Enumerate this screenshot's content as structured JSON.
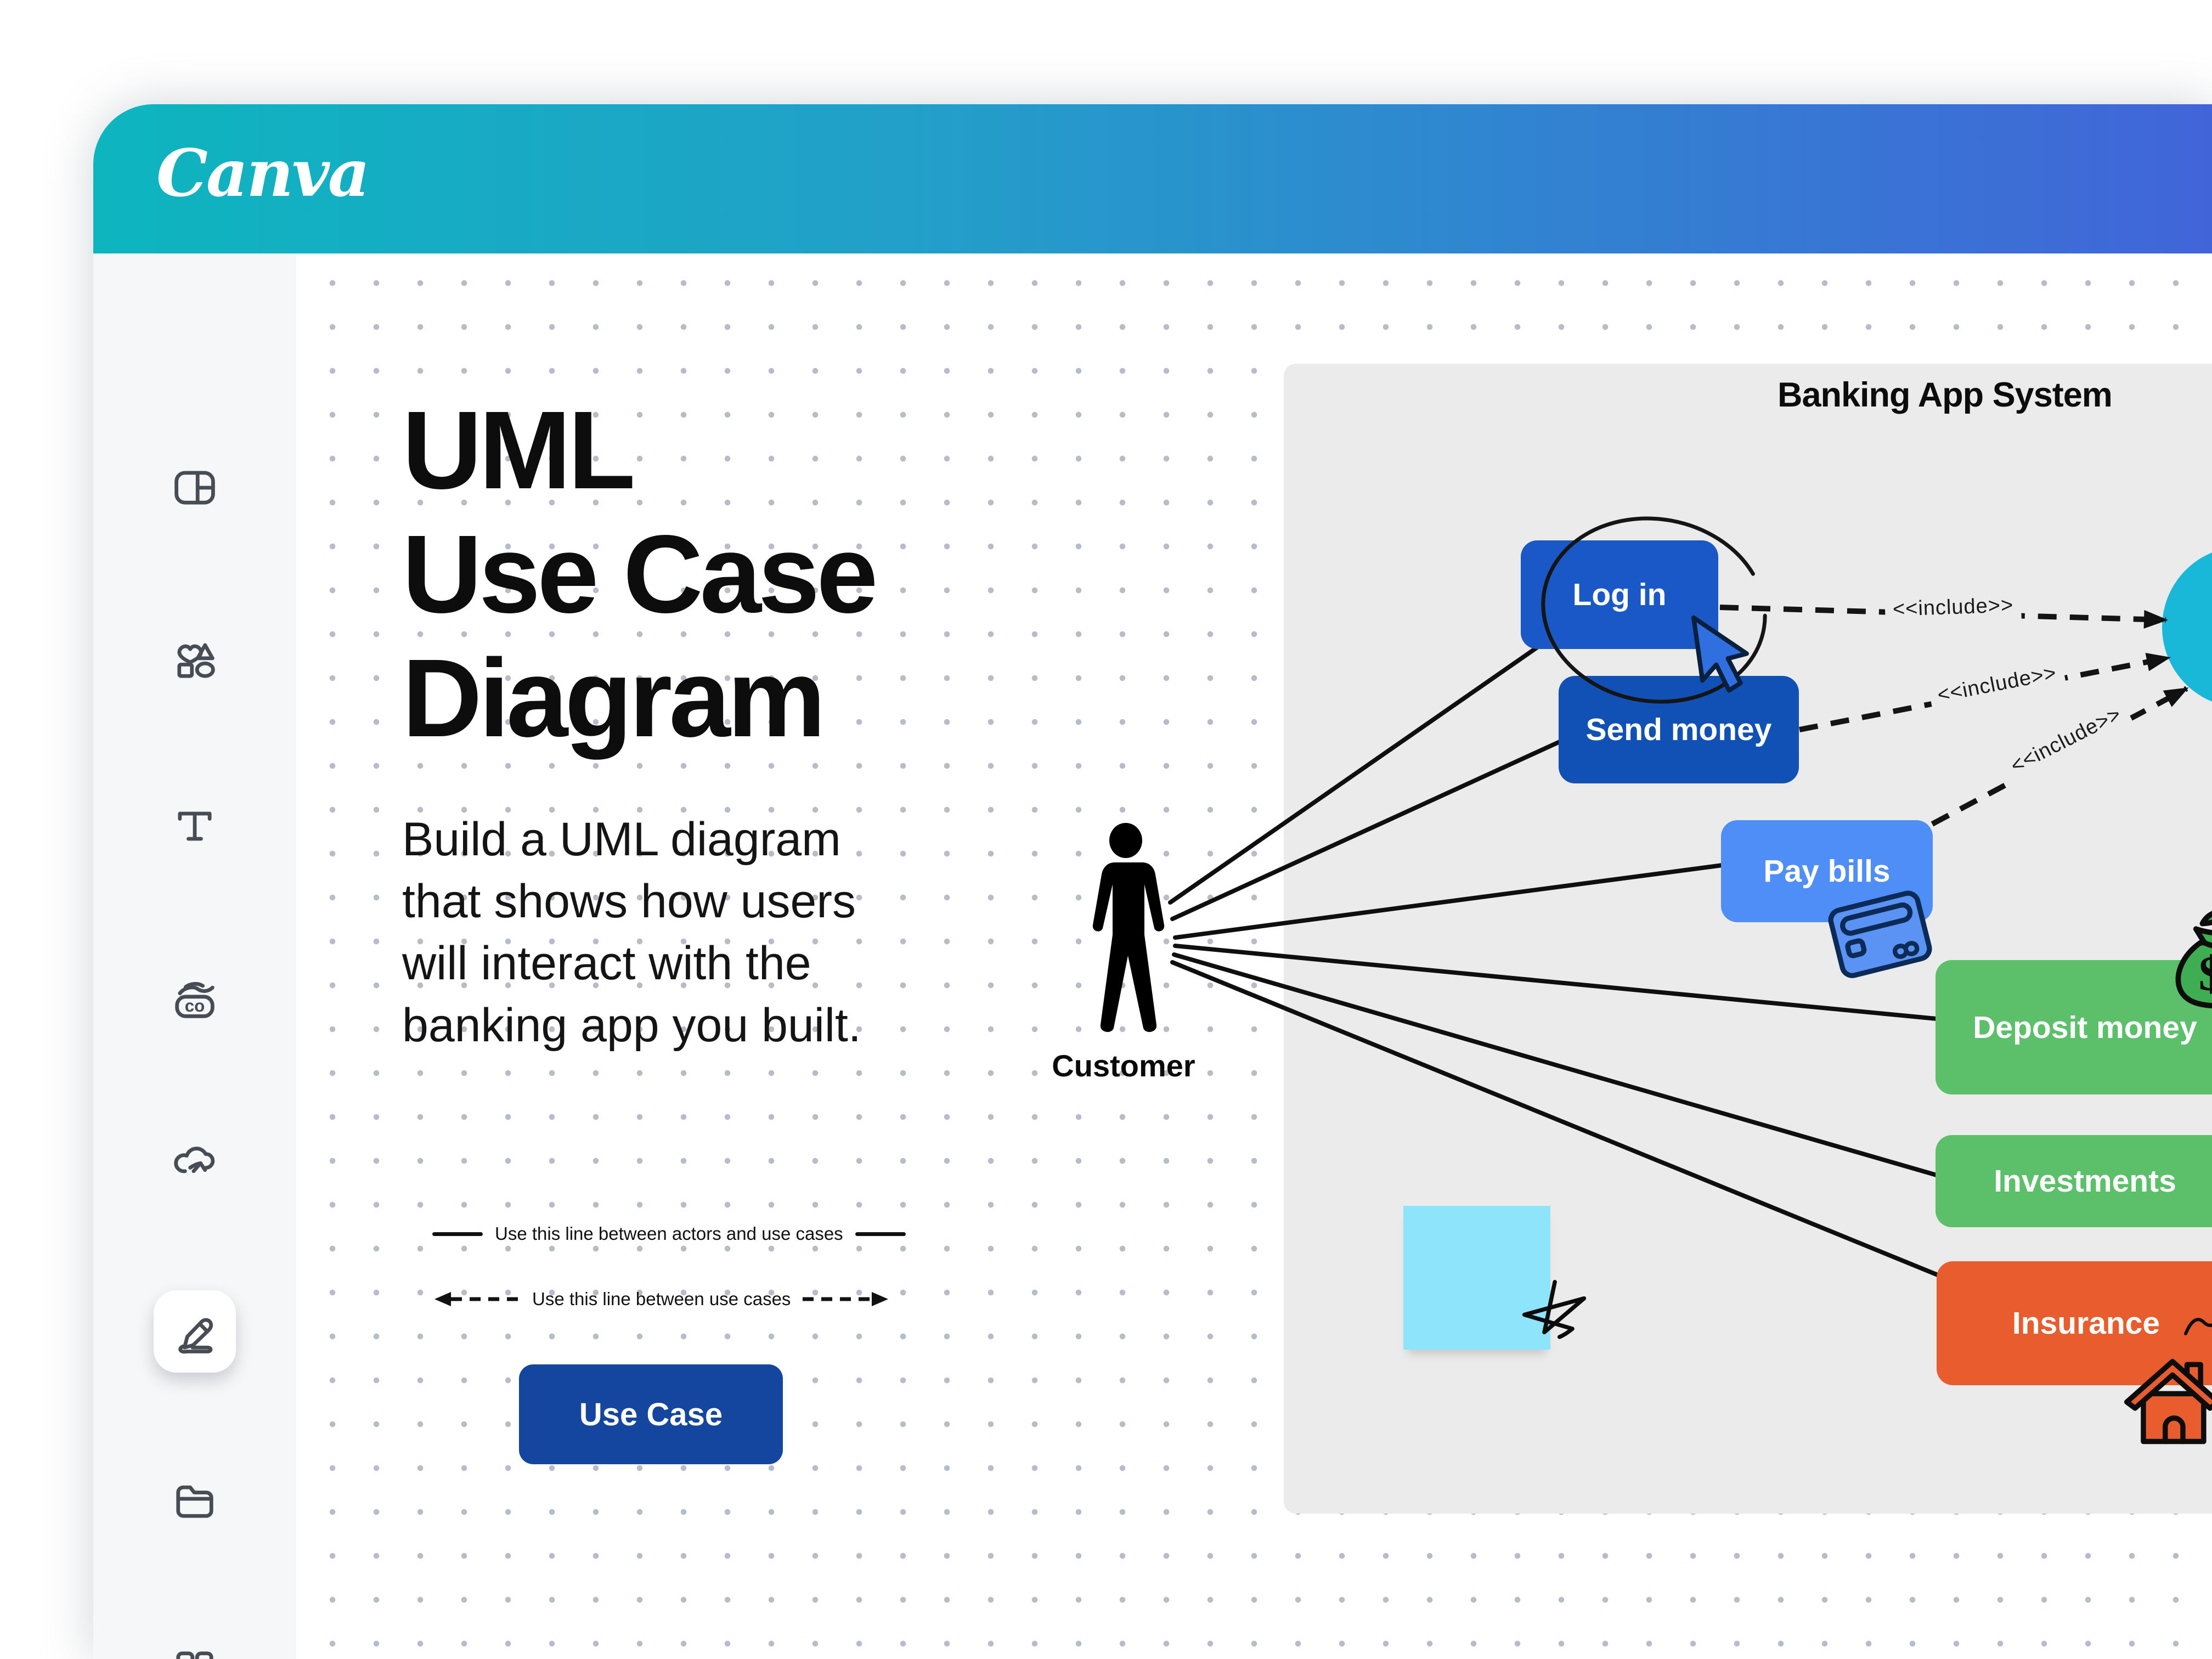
{
  "logo": {
    "text": "Canva"
  },
  "sidebar": {
    "items": [
      {
        "id": "design",
        "icon": "design-icon"
      },
      {
        "id": "elements",
        "icon": "elements-icon"
      },
      {
        "id": "text",
        "icon": "text-icon"
      },
      {
        "id": "brand",
        "icon": "brand-icon",
        "badge": "co"
      },
      {
        "id": "uploads",
        "icon": "uploads-icon"
      },
      {
        "id": "draw",
        "icon": "draw-icon",
        "selected": true
      },
      {
        "id": "projects",
        "icon": "folder-icon"
      },
      {
        "id": "apps",
        "icon": "apps-icon"
      }
    ]
  },
  "content": {
    "title_lines": [
      "UML",
      "Use Case",
      "Diagram"
    ],
    "description_lines": [
      "Build a UML diagram",
      "that shows how users",
      "will interact with the",
      "banking app you built."
    ],
    "legend": {
      "actors_line": "Use this line between actors and use cases",
      "use_cases_line": "Use this line between use cases"
    },
    "use_case_button": "Use Case"
  },
  "diagram": {
    "actor_label": "Customer",
    "panel_title": "Banking App System",
    "include_label": "<<include>>",
    "nodes": {
      "log_in": {
        "label": "Log in"
      },
      "send_money": {
        "label": "Send money"
      },
      "pay_bills": {
        "label": "Pay bills"
      },
      "deposit": {
        "label": "Deposit money"
      },
      "investments": {
        "label": "Investments"
      },
      "insurance": {
        "label": "Insurance"
      }
    }
  },
  "theme": {
    "header_gradient_start": "#0db5bf",
    "header_gradient_end": "#4165d9",
    "sidebar_bg": "#f6f7f8",
    "canvas_dot": "#b6bdc6",
    "panel_bg": "#ebebeb",
    "dark_blue": "#1150b4",
    "mid_blue": "#1a58c8",
    "navy_button": "#15469f",
    "light_blue": "#4f8ef6",
    "green": "#5cbf6a",
    "orange": "#e95c2e",
    "cyan_circle": "#19b8d9",
    "sticky": "#8ee5fb"
  }
}
